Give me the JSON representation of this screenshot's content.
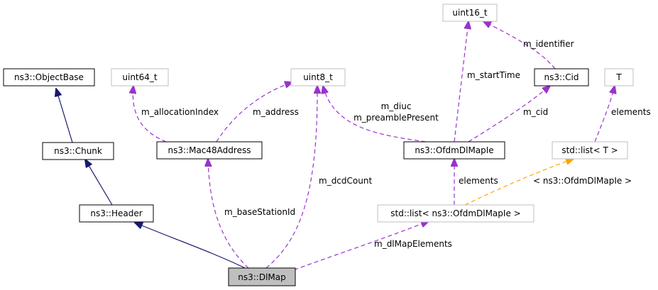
{
  "colors": {
    "inheritance": "#191970",
    "usage": "#9a32cd",
    "template": "#ffa500",
    "documented_border": "#000000",
    "undocumented_border": "#bfbfbf",
    "focus_fill": "#bfbfbf",
    "node_fill": "#ffffff"
  },
  "nodes": {
    "object_base": "ns3::ObjectBase",
    "chunk": "ns3::Chunk",
    "header": "ns3::Header",
    "dl_map": "ns3::DlMap",
    "uint64": "uint64_t",
    "mac48": "ns3::Mac48Address",
    "uint8": "uint8_t",
    "uint16": "uint16_t",
    "cid": "ns3::Cid",
    "ofdm_ie": "ns3::OfdmDlMapIe",
    "t": "T",
    "std_list_t": "std::list< T >",
    "std_list_ofdm": "std::list< ns3::OfdmDlMapIe >"
  },
  "edge_labels": {
    "allocation_index": "m_allocationIndex",
    "address": "m_address",
    "diuc": "m_diuc",
    "preamble_present": "m_preamblePresent",
    "start_time": "m_startTime",
    "identifier": "m_identifier",
    "cid": "m_cid",
    "elements_t": "elements",
    "dcd_count": "m_dcdCount",
    "base_station_id": "m_baseStationId",
    "elements_ofdm": "elements",
    "template_arg": "< ns3::OfdmDlMapIe >",
    "dl_map_elements": "m_dlMapElements"
  }
}
